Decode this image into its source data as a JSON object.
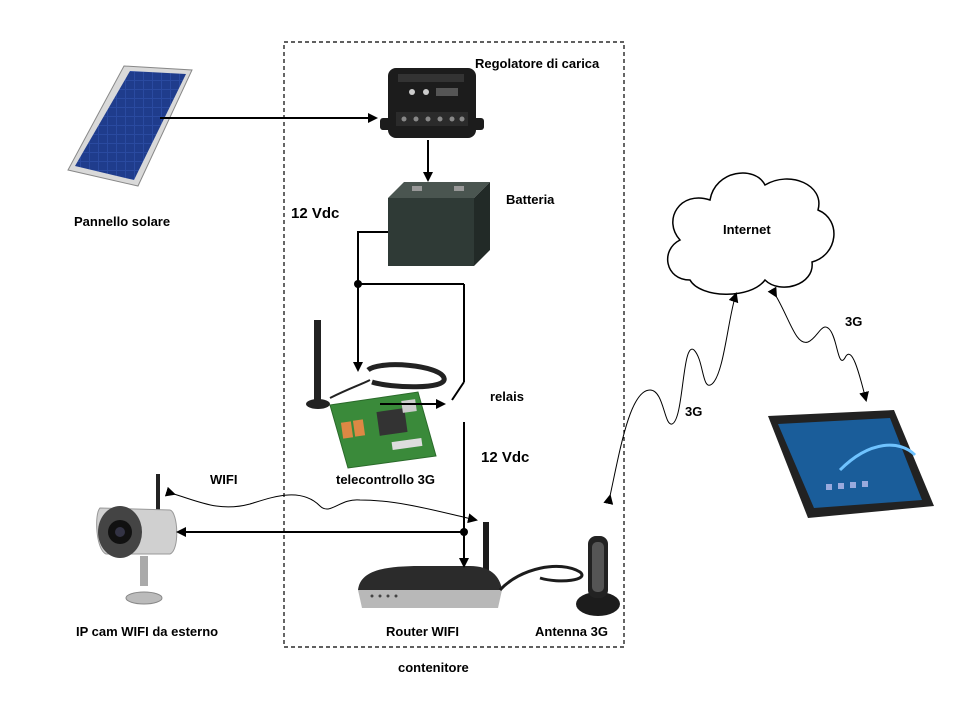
{
  "labels": {
    "solar_panel": "Pannello solare",
    "charge_regulator": "Regolatore di carica",
    "battery": "Batteria",
    "voltage_top": "12 Vdc",
    "voltage_bottom": "12 Vdc",
    "relay": "relais",
    "remote_control": "telecontrollo 3G",
    "router": "Router WIFI",
    "antenna": "Antenna 3G",
    "container": "contenitore",
    "ip_cam": "IP cam WIFI da esterno",
    "wifi": "WIFI",
    "internet": "Internet",
    "link_3g_internet": "3G",
    "link_3g_tablet": "3G"
  },
  "colors": {
    "line": "#000000",
    "panel_cell": "#1f3c8c",
    "device_dark": "#1c1c1c",
    "battery": "#2f3a36",
    "pcb": "#3a8a3a",
    "tablet_screen": "#1a5d9a"
  },
  "icons": [
    "solar-panel-icon",
    "charge-regulator-icon",
    "battery-icon",
    "remote-control-board-icon",
    "relay-switch-icon",
    "router-icon",
    "antenna-3g-icon",
    "ip-camera-icon",
    "cloud-icon",
    "tablet-icon"
  ]
}
